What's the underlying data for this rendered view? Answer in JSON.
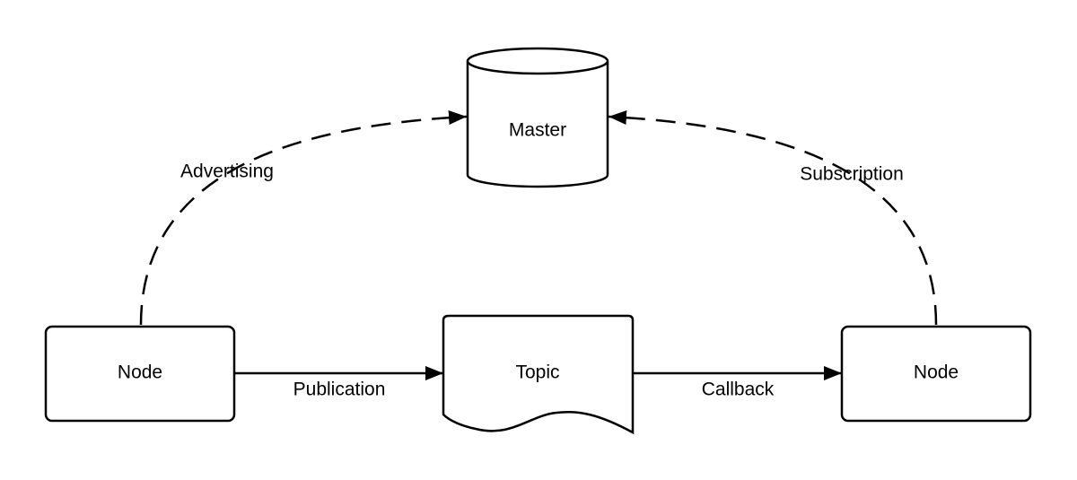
{
  "nodes": {
    "master": "Master",
    "topic": "Topic",
    "node_left": "Node",
    "node_right": "Node"
  },
  "edges": {
    "advertising": "Advertising",
    "subscription": "Subscription",
    "publication": "Publication",
    "callback": "Callback"
  },
  "colors": {
    "stroke": "#000000",
    "fill": "#ffffff",
    "text": "#000000"
  }
}
